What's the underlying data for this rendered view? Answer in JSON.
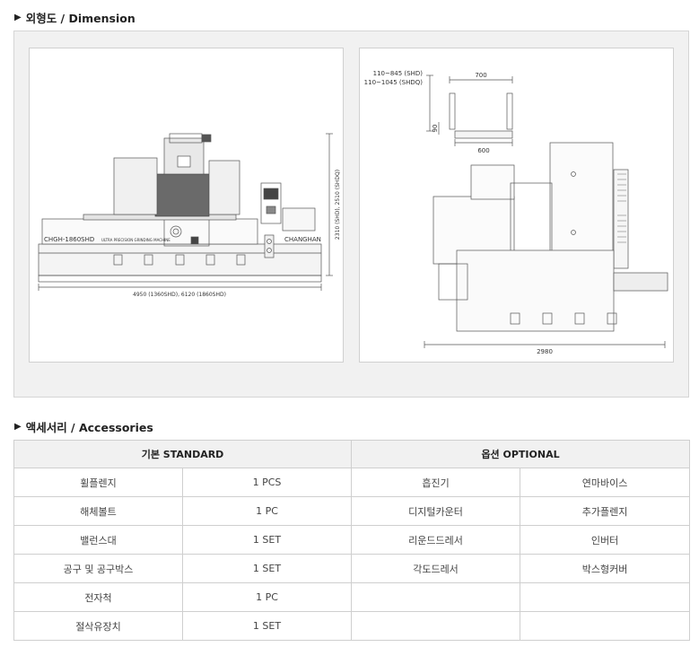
{
  "dimension": {
    "title": "외형도 / Dimension",
    "front_view": {
      "model_label": "CHGH-1860SHD",
      "brand_label": "CHANGHAN",
      "panel_small_label": "ULTRA PRECISION GRINDING MACHINE",
      "width_dim": "4950 (1360SHD), 6120 (1860SHD)",
      "height_dim": "2310 (SHD), 2510 (SHDQ)"
    },
    "side_view": {
      "head_dim_1": "110~845 (SHD)",
      "head_dim_2": "110~1045 (SHDQ)",
      "top_width": "700",
      "bottom_width": "600",
      "small_height": "90",
      "depth_dim": "2980"
    }
  },
  "accessories": {
    "title": "액세서리 / Accessories",
    "standard_header": "기본 STANDARD",
    "optional_header": "옵션 OPTIONAL",
    "rows": [
      {
        "std_item": "휠플렌지",
        "std_qty": "1 PCS",
        "opt1": "흡진기",
        "opt2": "연마바이스"
      },
      {
        "std_item": "해체볼트",
        "std_qty": "1 PC",
        "opt1": "디지털카운터",
        "opt2": "추가플렌지"
      },
      {
        "std_item": "밸런스대",
        "std_qty": "1 SET",
        "opt1": "리운드드레서",
        "opt2": "인버터"
      },
      {
        "std_item": "공구 및 공구박스",
        "std_qty": "1 SET",
        "opt1": "각도드레서",
        "opt2": "박스형커버"
      },
      {
        "std_item": "전자척",
        "std_qty": "1 PC",
        "opt1": "",
        "opt2": ""
      },
      {
        "std_item": "절삭유장치",
        "std_qty": "1 SET",
        "opt1": "",
        "opt2": ""
      }
    ]
  }
}
